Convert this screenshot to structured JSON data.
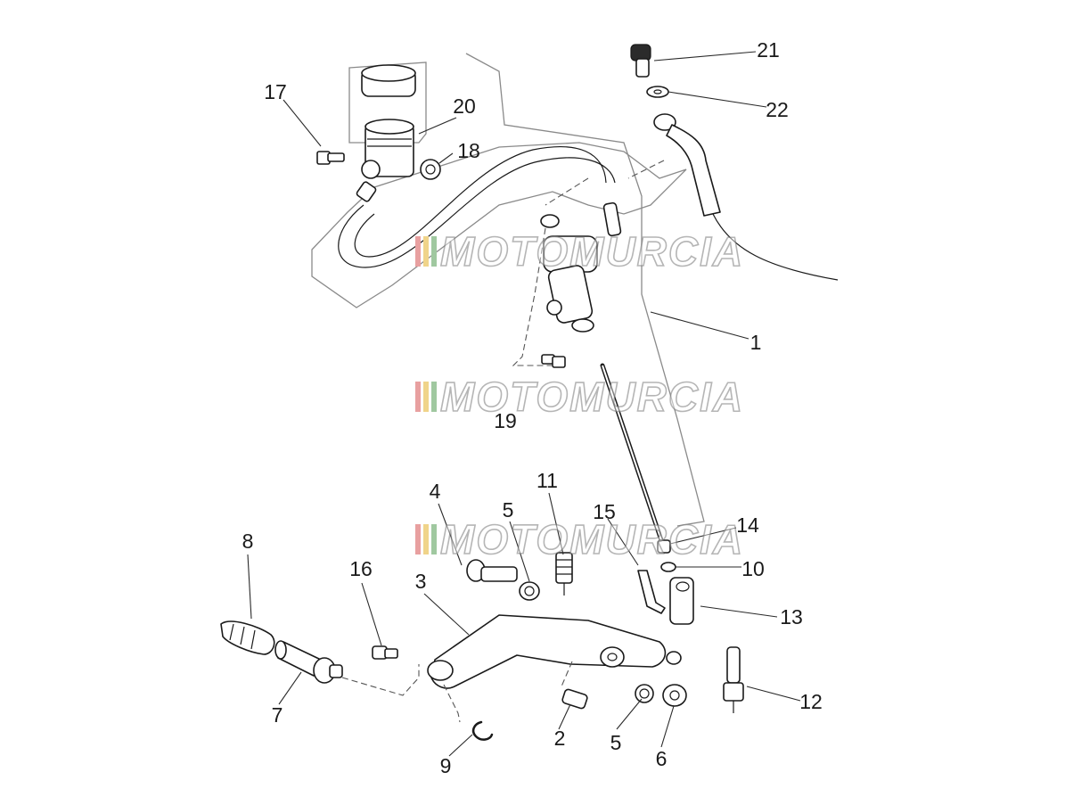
{
  "callouts": [
    {
      "id": "c1",
      "label": "1"
    },
    {
      "id": "c2",
      "label": "2"
    },
    {
      "id": "c3",
      "label": "3"
    },
    {
      "id": "c4",
      "label": "4"
    },
    {
      "id": "c5a",
      "label": "5"
    },
    {
      "id": "c5b",
      "label": "5"
    },
    {
      "id": "c6",
      "label": "6"
    },
    {
      "id": "c7",
      "label": "7"
    },
    {
      "id": "c8",
      "label": "8"
    },
    {
      "id": "c9",
      "label": "9"
    },
    {
      "id": "c10",
      "label": "10"
    },
    {
      "id": "c11",
      "label": "11"
    },
    {
      "id": "c12",
      "label": "12"
    },
    {
      "id": "c13",
      "label": "13"
    },
    {
      "id": "c14",
      "label": "14"
    },
    {
      "id": "c15",
      "label": "15"
    },
    {
      "id": "c16",
      "label": "16"
    },
    {
      "id": "c17",
      "label": "17"
    },
    {
      "id": "c18",
      "label": "18"
    },
    {
      "id": "c19",
      "label": "19"
    },
    {
      "id": "c20",
      "label": "20"
    },
    {
      "id": "c21",
      "label": "21"
    },
    {
      "id": "c22",
      "label": "22"
    }
  ],
  "watermark": {
    "text": "MOTOMURCIA",
    "stripe_colors": [
      "#e8a0a0",
      "#f0d48a",
      "#a0c8a0"
    ]
  }
}
